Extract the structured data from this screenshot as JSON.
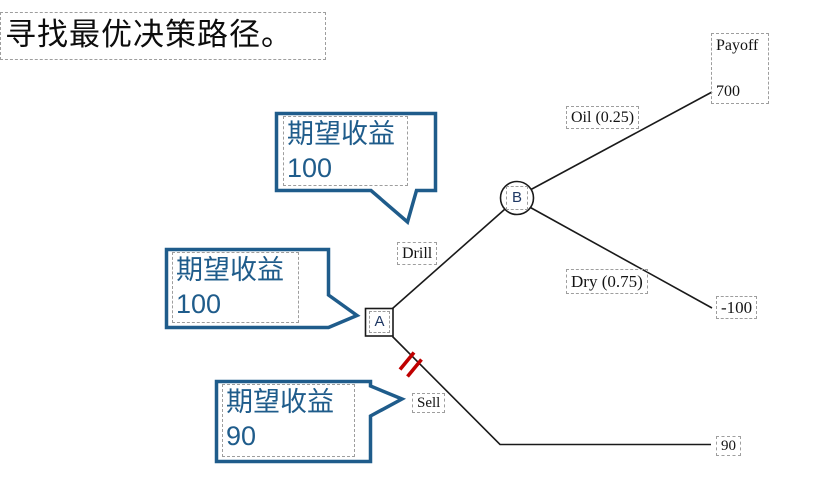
{
  "slide": {
    "title": "寻找最优决策路径。"
  },
  "callouts": {
    "chance_ev": {
      "text": "期望收益",
      "value": "100"
    },
    "decision_ev": {
      "text": "期望收益",
      "value": "100"
    },
    "sell_ev": {
      "text": "期望收益",
      "value": "90"
    }
  },
  "tree": {
    "payoff_header": "Payoff",
    "nodes": {
      "decision": "A",
      "chance": "B"
    },
    "branches": {
      "drill": {
        "label": "Drill"
      },
      "sell": {
        "label": "Sell",
        "payoff": "90",
        "pruned": true
      },
      "oil": {
        "label": "Oil (0.25)",
        "payoff": "700"
      },
      "dry": {
        "label": "Dry (0.75)",
        "payoff": "-100"
      }
    }
  },
  "colors": {
    "accent_blue": "#1F5C8B",
    "prune_mark_red": "#C00000",
    "line_black": "#1A1A1A",
    "frame_dash_gray": "#9E9E9E"
  }
}
